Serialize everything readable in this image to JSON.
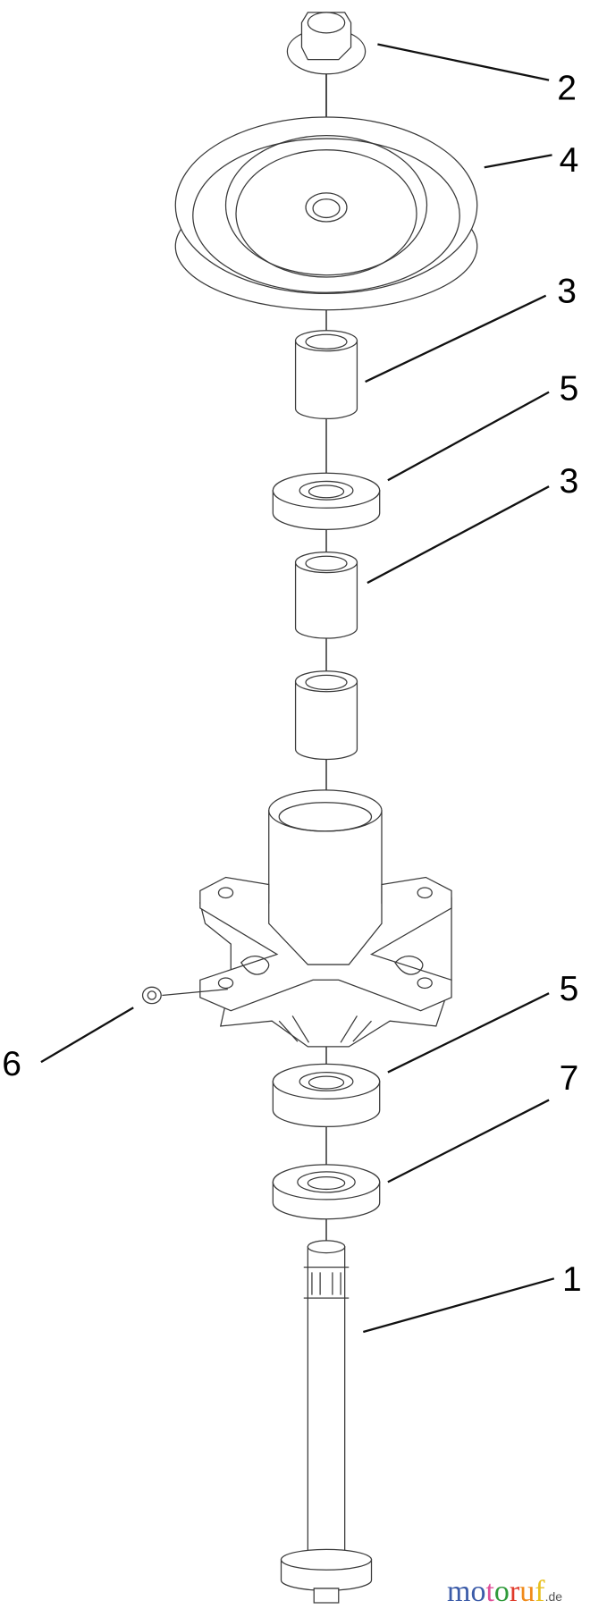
{
  "diagram": {
    "callouts": [
      {
        "label": "2",
        "part": "flange-nut"
      },
      {
        "label": "4",
        "part": "pulley"
      },
      {
        "label": "3",
        "part": "spacer-upper"
      },
      {
        "label": "5",
        "part": "bearing-upper"
      },
      {
        "label": "3",
        "part": "spacer-middle"
      },
      {
        "label": "6",
        "part": "grease-fitting"
      },
      {
        "label": "5",
        "part": "bearing-lower"
      },
      {
        "label": "7",
        "part": "bearing-seal"
      },
      {
        "label": "1",
        "part": "spindle-shaft"
      }
    ],
    "colors": {
      "line": "#3a3a3a",
      "background": "#ffffff"
    }
  },
  "watermark": {
    "letters": [
      "m",
      "o",
      "t",
      "o",
      "r",
      "u",
      "f"
    ],
    "letter_colors": [
      "#3b5ba8",
      "#3b5ba8",
      "#e0509a",
      "#2f9a3a",
      "#e03a2a",
      "#f08a1a",
      "#e8c020"
    ],
    "suffix": ".de"
  }
}
